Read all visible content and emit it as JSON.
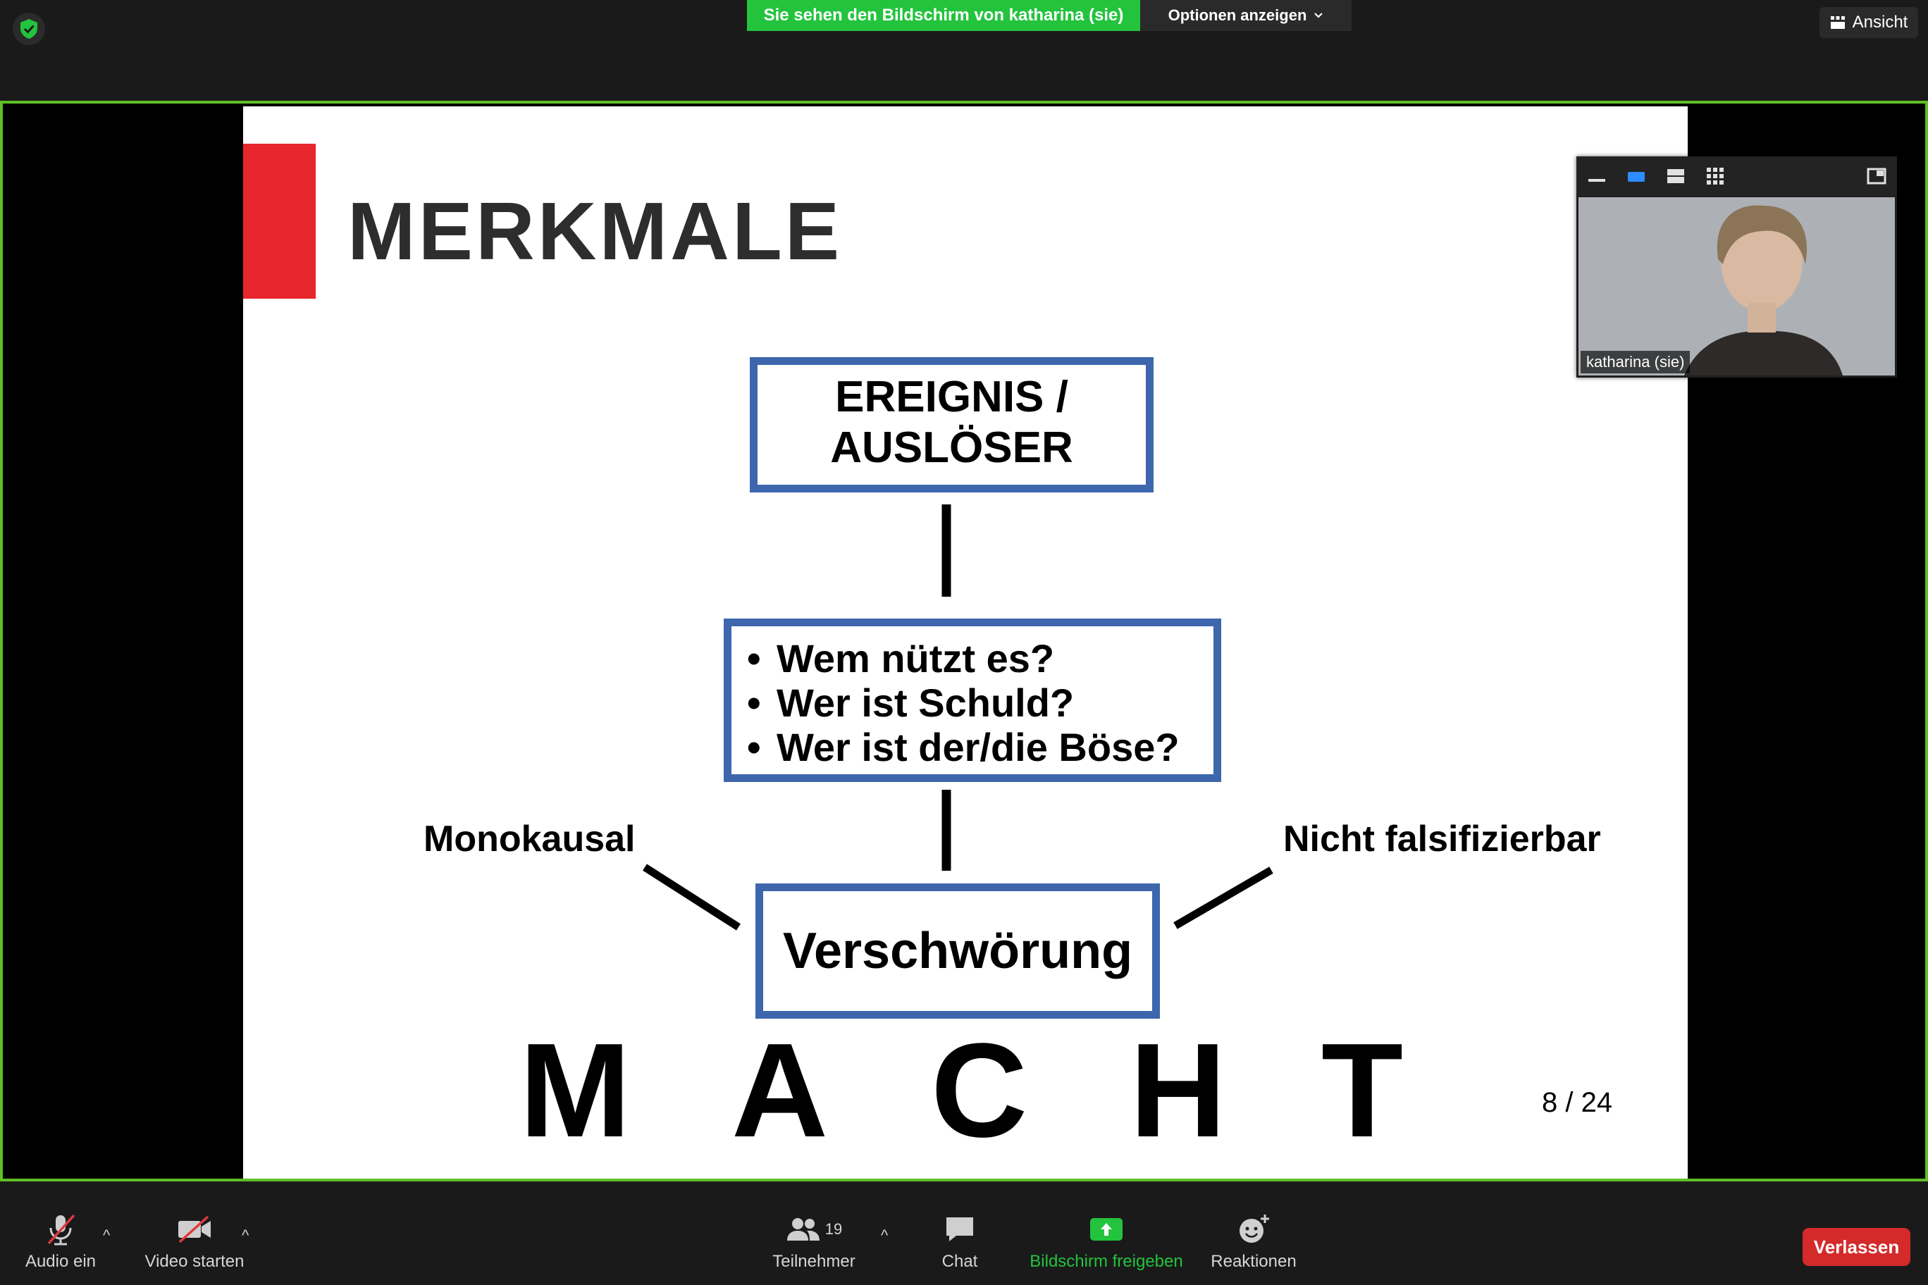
{
  "top_bar": {
    "share_banner": "Sie sehen den Bildschirm von katharina (sie)",
    "options_label": "Optionen anzeigen",
    "view_label": "Ansicht"
  },
  "slide": {
    "title": "MERKMALE",
    "box1_line1": "EREIGNIS /",
    "box1_line2": "AUSLÖSER",
    "questions": [
      "Wem nützt es?",
      "Wer ist Schuld?",
      "Wer ist der/die Böse?"
    ],
    "center_box": "Verschwörung",
    "left_label": "Monokausal",
    "right_label": "Nicht falsifizierbar",
    "macht_letters": [
      "M",
      "A",
      "C",
      "H",
      "T"
    ],
    "page_number": "8 / 24"
  },
  "self_view": {
    "participant_name": "katharina (sie)"
  },
  "toolbar": {
    "audio_label": "Audio ein",
    "video_label": "Video starten",
    "participants_label": "Teilnehmer",
    "participants_count": "19",
    "chat_label": "Chat",
    "share_label": "Bildschirm freigeben",
    "reactions_label": "Reaktionen",
    "leave_label": "Verlassen"
  },
  "colors": {
    "share_green": "#23c33e",
    "share_border": "#5fbf25",
    "box_blue": "#3d66ad",
    "title_red": "#e8262d",
    "leave_red": "#d42a2a"
  }
}
